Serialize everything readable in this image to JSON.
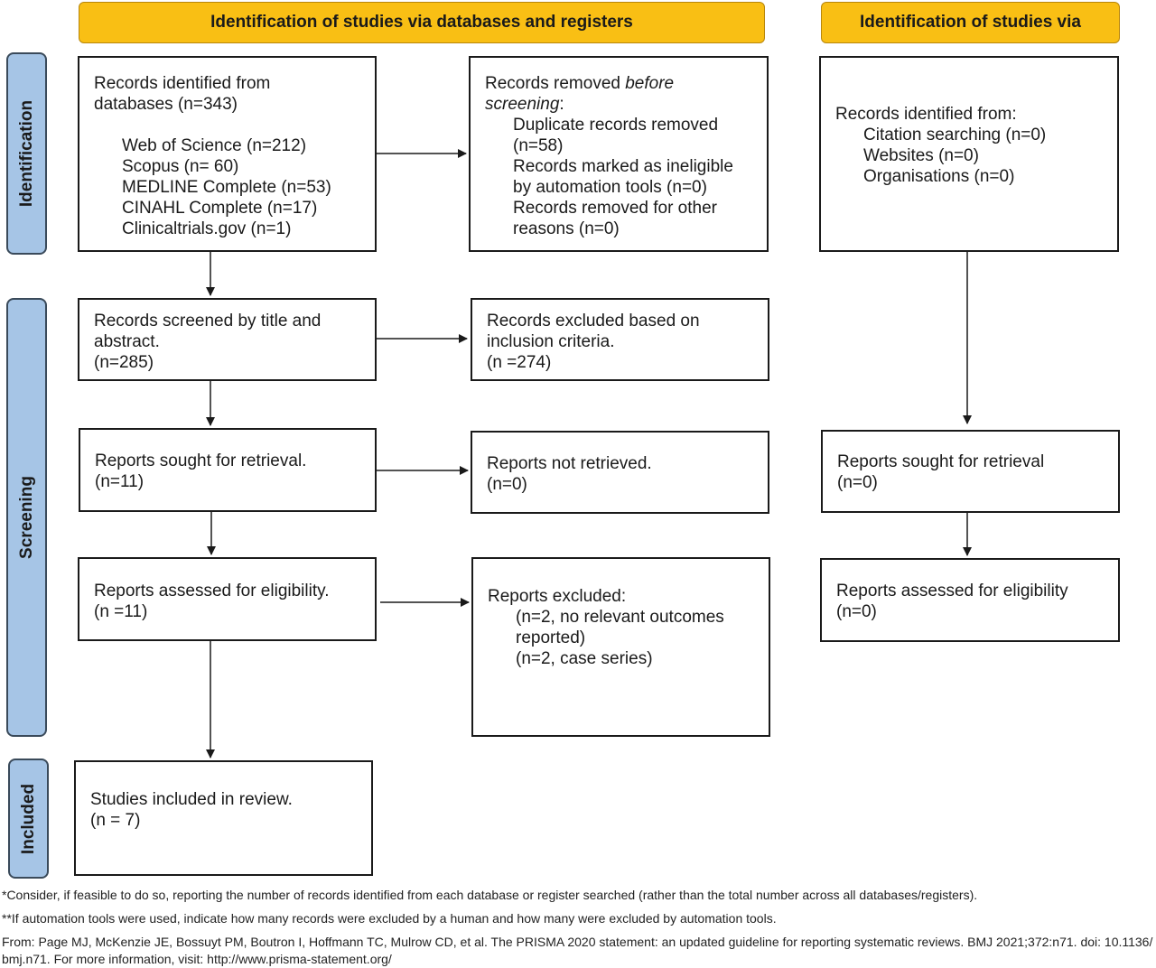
{
  "headers": {
    "databases": "Identification of studies via databases and registers",
    "other": "Identification of studies via"
  },
  "phases": {
    "identification": "Identification",
    "screening": "Screening",
    "included": "Included"
  },
  "boxes": {
    "identified": {
      "lines": [
        "Records identified from",
        "databases (n=343)"
      ],
      "sources": [
        "Web of Science (n=212)",
        "Scopus (n= 60)",
        "MEDLINE Complete (n=53)",
        "CINAHL Complete (n=17)",
        "Clinicaltrials.gov (n=1)"
      ]
    },
    "removed": {
      "title_pre": "Records removed ",
      "title_em1": "before",
      "title_em2": "screening",
      "title_post": ":",
      "lines": [
        "Duplicate records removed",
        "(n=58)",
        "Records marked as ineligible",
        "by automation tools (n=0)",
        "Records removed for other",
        "reasons (n=0)"
      ]
    },
    "other_identified": {
      "title": "Records identified from:",
      "lines": [
        "Citation searching (n=0)",
        "Websites (n=0)",
        "Organisations (n=0)"
      ]
    },
    "screened": {
      "lines": [
        "Records screened by title and",
        "abstract.",
        "(n=285)"
      ]
    },
    "excluded": {
      "lines": [
        "Records excluded based on",
        "inclusion criteria.",
        "(n =274)"
      ]
    },
    "sought": {
      "lines": [
        "Reports sought for retrieval.",
        "(n=11)"
      ]
    },
    "not_retrieved": {
      "lines": [
        "Reports not retrieved.",
        "(n=0)"
      ]
    },
    "other_sought": {
      "lines": [
        "Reports sought for retrieval",
        "(n=0)"
      ]
    },
    "assessed": {
      "lines": [
        "Reports assessed for eligibility.",
        "(n =11)"
      ]
    },
    "reports_excluded": {
      "title": "Reports excluded:",
      "lines": [
        "(n=2, no relevant outcomes",
        "reported)",
        "(n=2, case series)"
      ]
    },
    "other_assessed": {
      "lines": [
        "Reports assessed for eligibility",
        "(n=0)"
      ]
    },
    "included": {
      "lines": [
        "Studies included in review.",
        "(n = 7)"
      ]
    }
  },
  "footnotes": {
    "note1": "*Consider, if feasible to do so, reporting the number of records identified from each database or register searched (rather than the total number across all databases/registers).",
    "note2": "**If automation tools were used, indicate how many records were excluded by a human and how many were excluded by automation tools.",
    "source1": "From:  Page MJ, McKenzie JE, Bossuyt PM, Boutron I, Hoffmann TC, Mulrow CD, et al. The PRISMA 2020 statement: an updated guideline for reporting systematic reviews. BMJ 2021;372:n71. doi: 10.1136/",
    "source2": "bmj.n71. For more information, visit: http://www.prisma-statement.org/"
  },
  "colors": {
    "banner": "#f9bf14",
    "phase": "#a6c5e6",
    "border": "#1a1a1a"
  }
}
